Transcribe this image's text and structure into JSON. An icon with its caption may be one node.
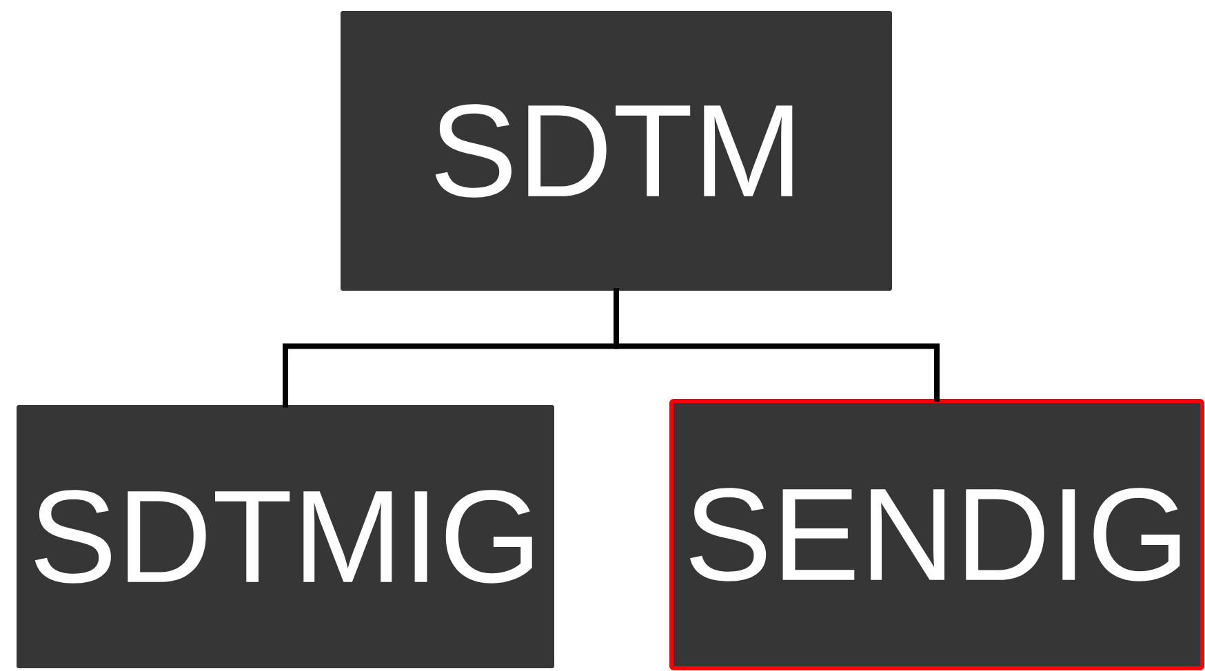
{
  "diagram": {
    "nodes": [
      {
        "text": [
          "SDTM"
        ]
      },
      {
        "text": [
          "SDTMIG"
        ]
      },
      {
        "text": [
          "SENDIG"
        ]
      }
    ],
    "edges": [
      {
        "from": 0,
        "to": 1,
        "arrow": "none"
      },
      {
        "from": 0,
        "to": 2,
        "arrow": "none"
      }
    ]
  }
}
